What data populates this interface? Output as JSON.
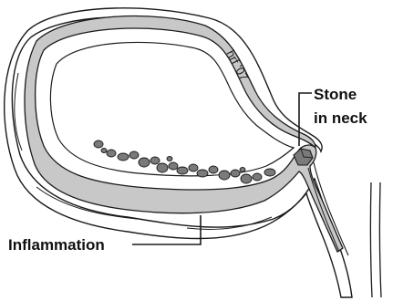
{
  "labels": {
    "stone_line1": "Stone",
    "stone_line2": "in neck",
    "inflammation": "Inflammation"
  },
  "signature": "hrf '07",
  "colors": {
    "wall_fill": "#c8c8c8",
    "outline": "#1a1a1a",
    "stone_fill": "#7a7a7a",
    "background": "#ffffff"
  }
}
